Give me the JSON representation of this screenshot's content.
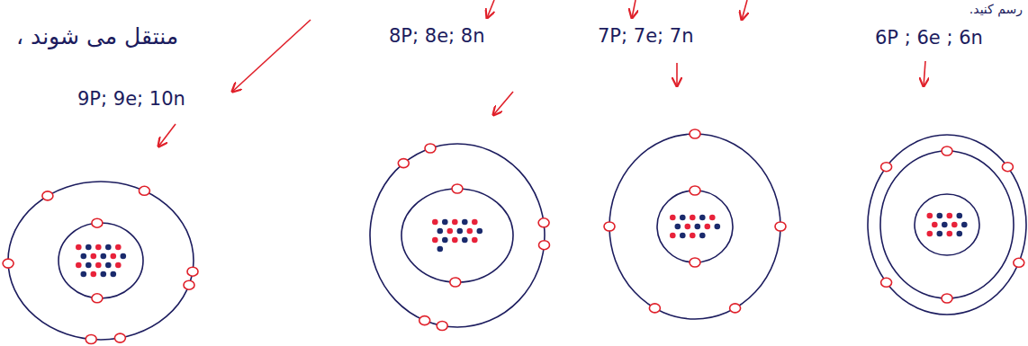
{
  "diagram": {
    "nodes": [
      {
        "text": [
          "9P; 9e; 10n"
        ]
      },
      {
        "text": [
          "8P; 8e; 8n"
        ]
      },
      {
        "text": [
          "7P; 7e; 7n"
        ]
      },
      {
        "text": [
          "6P ; 6e ; 6n"
        ]
      }
    ],
    "labels": [
      "منتقل می شوند ،",
      "رسم کنید."
    ]
  }
}
